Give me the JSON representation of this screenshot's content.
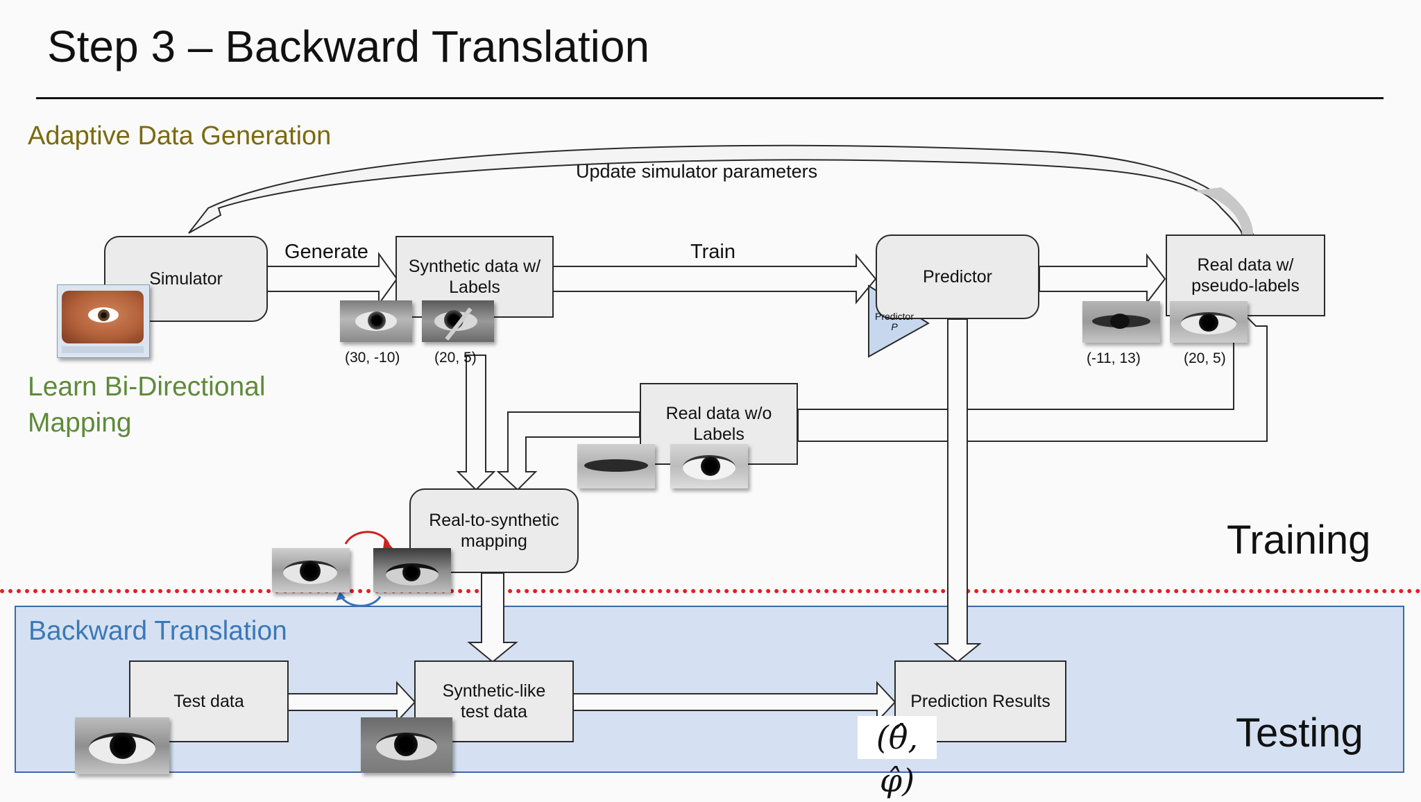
{
  "slide": {
    "title": "Step 3 – Backward Translation"
  },
  "sections": {
    "adaptive": "Adaptive Data Generation",
    "learn_line1": "Learn Bi-Directional",
    "learn_line2": "Mapping",
    "backward": "Backward Translation",
    "training": "Training",
    "testing": "Testing"
  },
  "boxes": {
    "simulator": "Simulator",
    "synthetic_line1": "Synthetic data w/",
    "synthetic_line2": "Labels",
    "predictor": "Predictor",
    "real_pseudo_line1": "Real data w/",
    "real_pseudo_line2": "pseudo-labels",
    "real_nolabel_line1": "Real data w/o",
    "real_nolabel_line2": "Labels",
    "r2s_line1": "Real-to-synthetic",
    "r2s_line2": "mapping",
    "test": "Test data",
    "synth_like_line1": "Synthetic-like",
    "synth_like_line2": "test data",
    "prediction_results": "Prediction Results"
  },
  "edges": {
    "update": "Update simulator parameters",
    "generate": "Generate",
    "train": "Train"
  },
  "coords": {
    "synthetic_1": "(30, -10)",
    "synthetic_2": "(20, 5)",
    "real_1": "(-11, 13)",
    "real_2": "(20, 5)"
  },
  "predictor_icon": {
    "line1": "Predictor",
    "line2": "P"
  },
  "formula": "(θ̂, φ̂)",
  "colors": {
    "adaptive": "#7a6a10",
    "learn": "#5e8a3a",
    "backward": "#3b78b8",
    "testing_panel": "#d5e1f2",
    "divider": "#e02020"
  }
}
